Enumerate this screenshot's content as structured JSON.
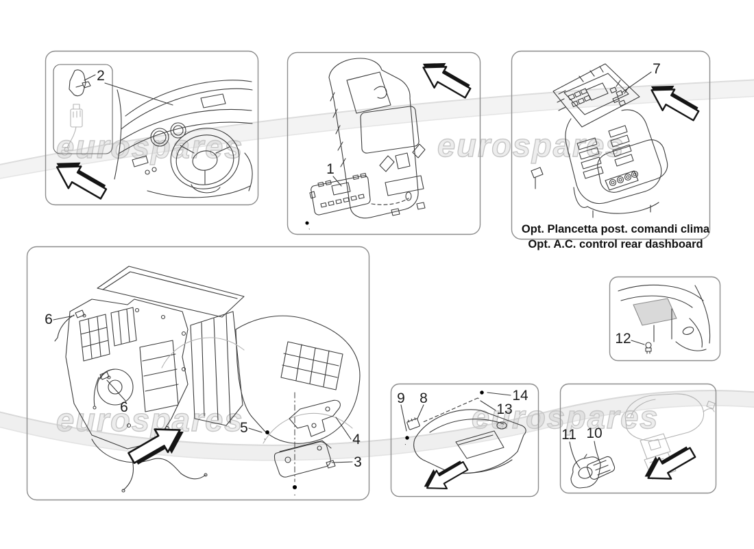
{
  "watermark": {
    "text": "eurospares"
  },
  "captions": {
    "line1": "Opt. Plancetta post. comandi clima",
    "line2": "Opt. A.C. control rear dashboard"
  },
  "callouts": {
    "c1": "1",
    "c2": "2",
    "c3": "3",
    "c4": "4",
    "c5": "5",
    "c6": "6",
    "c7": "7",
    "c8": "8",
    "c9": "9",
    "c10": "10",
    "c11": "11",
    "c12": "12",
    "c13": "13",
    "c14": "14"
  },
  "colors": {
    "line": "#3a3a3a",
    "ghost": "#b3b3b3",
    "panel_border": "#8c8c8c",
    "watermark": "#c6c6c6",
    "arrow_fill": "#ffffff",
    "arrow_shadow": "#151515",
    "shade": "#d9d9d9"
  }
}
